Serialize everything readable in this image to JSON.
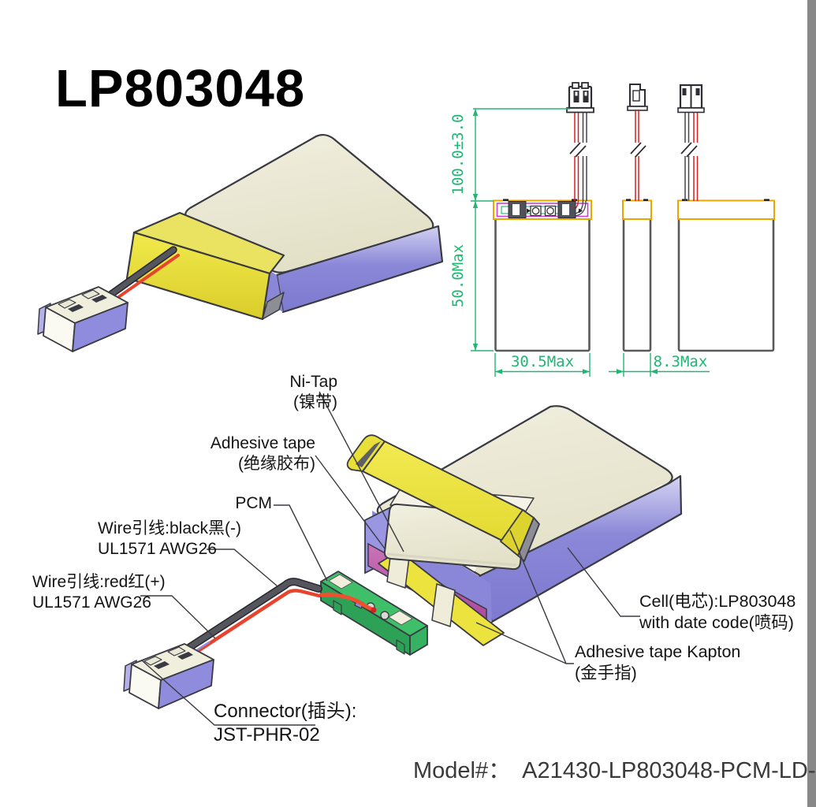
{
  "title": "LP803048",
  "dimension_drawing": {
    "dim_wire_length": "100.0±3.0",
    "dim_body_height": "50.0Max",
    "dim_body_width": "30.5Max",
    "dim_body_thickness": "8.3Max"
  },
  "callouts": {
    "ni_tap": {
      "line1": "Ni-Tap",
      "line2": "(镍带)"
    },
    "adhesive_tape": {
      "line1": "Adhesive tape",
      "line2": "(绝缘胶布)"
    },
    "pcm": {
      "line1": "PCM"
    },
    "wire_black": {
      "line1": "Wire引线:black黑(-)",
      "line2": "UL1571 AWG26"
    },
    "wire_red": {
      "line1": "Wire引线:red红(+)",
      "line2": "UL1571 AWG26"
    },
    "connector": {
      "line1": "Connector(插头):",
      "line2": "JST-PHR-02"
    },
    "cell": {
      "line1": "Cell(电芯):LP803048",
      "line2": "with date code(喷码)"
    },
    "kapton": {
      "line1": "Adhesive tape Kapton",
      "line2": "(金手指)"
    }
  },
  "footer": {
    "model_label": "Model#：",
    "model_value": "A21430-LP803048-PCM-LD-"
  },
  "colors": {
    "dimension_green": "#22b573",
    "cell_cream": "#e9e7d0",
    "cell_purple": "#7d7ad0",
    "tape_yellow": "#ece33e",
    "tape_magenta": "#b354a6",
    "pcb_green": "#3fbf69",
    "wire_red": "#e8432e",
    "wire_black": "#4a4a52",
    "band_orange": "#e8a800",
    "outline": "#3a3a42"
  }
}
